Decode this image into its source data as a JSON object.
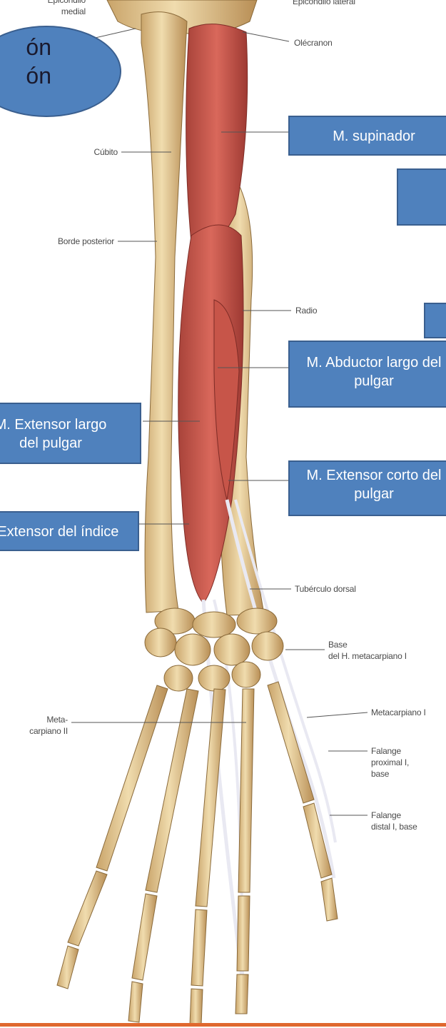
{
  "labels": {
    "epicondilo_medial": "Epicóndilo\nmedial",
    "epicondilo_lateral": "Epicóndilo lateral",
    "olecranon": "Olécranon",
    "cubito": "Cúbito",
    "borde_posterior": "Borde posterior",
    "radio": "Radio",
    "tuberculo_dorsal": "Tubérculo dorsal",
    "base_metacarpiano": "Base\ndel H. metacarpiano I",
    "metacarpiano_i": "Metacarpiano I",
    "metacarpiano_ii": "Meta-\ncarpiano II",
    "falange_proximal": "Falange\nproximal I,\nbase",
    "falange_distal": "Falange\ndistal I, base"
  },
  "callouts": {
    "title_oval": "ón\nón",
    "supinador": "M. supinador",
    "abductor_largo": "M. Abductor largo del\npulgar",
    "extensor_largo": "M. Extensor largo\ndel pulgar",
    "extensor_corto": "M. Extensor corto del\npulgar",
    "extensor_indice": "M. Extensor del índice"
  },
  "colors": {
    "callout_fill": "#4f81bd",
    "callout_border": "#3a5f8f",
    "muscle": "#c9564a",
    "bone": "#e9d3a4",
    "tendon": "#e9e9f2",
    "accent_rule": "#e0682e"
  }
}
